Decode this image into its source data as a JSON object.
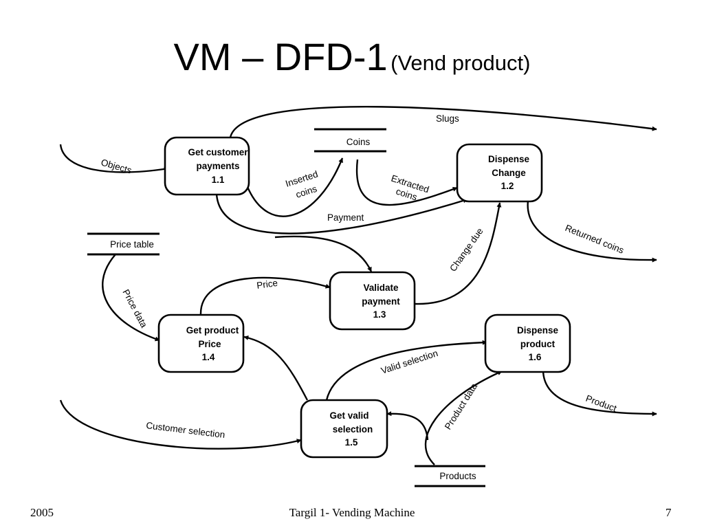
{
  "slide": {
    "title_main": "VM – DFD-1",
    "title_sub": "(Vend product)",
    "footer_left": "2005",
    "footer_center": "Targil 1- Vending Machine",
    "footer_right": "7"
  },
  "processes": {
    "p11": {
      "line1": "Get customer",
      "line2": "payments",
      "line3": "1.1"
    },
    "p12": {
      "line1": "Dispense",
      "line2": "Change",
      "line3": "1.2"
    },
    "p13": {
      "line1": "Validate",
      "line2": "payment",
      "line3": "1.3"
    },
    "p14": {
      "line1": "Get product",
      "line2": "Price",
      "line3": "1.4"
    },
    "p15": {
      "line1": "Get valid",
      "line2": "selection",
      "line3": "1.5"
    },
    "p16": {
      "line1": "Dispense",
      "line2": "product",
      "line3": "1.6"
    }
  },
  "stores": {
    "coins": "Coins",
    "price_table": "Price table",
    "products": "Products"
  },
  "flows": {
    "slugs": "Slugs",
    "objects": "Objects",
    "inserted_1": "Inserted",
    "inserted_2": "coins",
    "extracted_1": "Extracted",
    "extracted_2": "coins",
    "payment": "Payment",
    "returned_coins": "Returned coins",
    "change_due": "Change due",
    "price": "Price",
    "price_data": "Price data",
    "valid_selection": "Valid selection",
    "product_data": "Product data",
    "product": "Product",
    "customer_selection": "Customer selection"
  },
  "colors": {
    "ink": "#000000",
    "background": "#ffffff"
  }
}
